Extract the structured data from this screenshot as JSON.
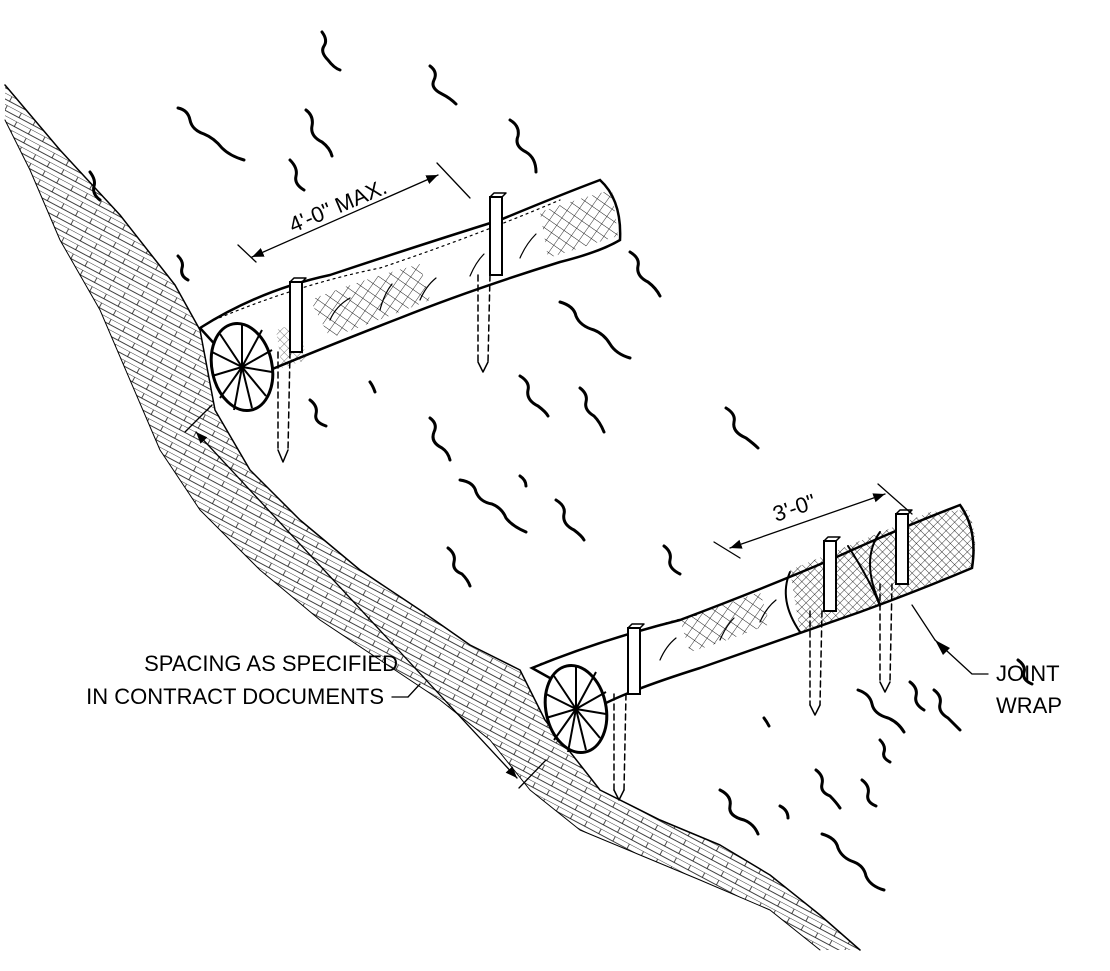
{
  "dimensions": {
    "upper_stake_spacing": "4'-0\" MAX.",
    "lower_stake_spacing": "3'-0\""
  },
  "callouts": {
    "spacing_line1": "SPACING AS SPECIFIED",
    "spacing_line2": "IN CONTRACT DOCUMENTS",
    "joint_line1": "JOINT",
    "joint_line2": "WRAP"
  },
  "colors": {
    "ink": "#000000",
    "paper": "#ffffff"
  }
}
